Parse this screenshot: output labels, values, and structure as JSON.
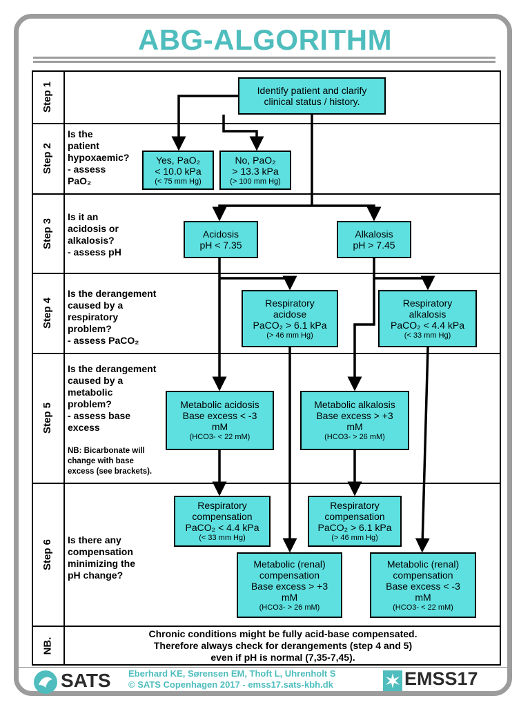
{
  "title": "ABG-ALGORITHM",
  "steps": [
    {
      "label": "Step 1",
      "question": ""
    },
    {
      "label": "Step 2",
      "question": "Is the\npatient\nhypoxaemic?\n- assess\nPaO₂"
    },
    {
      "label": "Step 3",
      "question": "Is it an\nacidosis or\nalkalosis?\n- assess pH"
    },
    {
      "label": "Step 4",
      "question": "Is the derangement\ncaused by a\nrespiratory\nproblem?\n- assess PaCO₂"
    },
    {
      "label": "Step 5",
      "question": "Is the derangement\ncaused by a\nmetabolic\nproblem?\n- assess base\nexcess"
    },
    {
      "label": "Step 6",
      "question": "Is there any\ncompensation\nminimizing the\npH change?"
    },
    {
      "label": "NB.",
      "question": ""
    }
  ],
  "step5_note": "NB: Bicarbonate will\nchange with base\nexcess (see brackets).",
  "boxes": {
    "identify": {
      "lines": [
        "Identify patient and clarify",
        "clinical status / history."
      ]
    },
    "yes_pao2": {
      "lines": [
        "Yes, PaO₂",
        "< 10.0 kPa"
      ],
      "small": "(< 75 mm Hg)"
    },
    "no_pao2": {
      "lines": [
        "No, PaO₂",
        "> 13.3 kPa"
      ],
      "small": "(> 100 mm Hg)"
    },
    "acidosis": {
      "lines": [
        "Acidosis",
        "pH < 7.35"
      ]
    },
    "alkalosis": {
      "lines": [
        "Alkalosis",
        "pH > 7.45"
      ]
    },
    "resp_acidose": {
      "lines": [
        "Respiratory",
        "acidose",
        "PaCO₂ > 6.1 kPa"
      ],
      "small": "(> 46 mm Hg)"
    },
    "resp_alkalosis": {
      "lines": [
        "Respiratory",
        "alkalosis",
        "PaCO₂ < 4.4 kPa"
      ],
      "small": "(< 33 mm Hg)"
    },
    "met_acidosis": {
      "lines": [
        "Metabolic acidosis",
        "Base excess < -3",
        "mM"
      ],
      "small": "(HCO3- < 22 mM)"
    },
    "met_alkalosis": {
      "lines": [
        "Metabolic alkalosis",
        "Base excess > +3",
        "mM"
      ],
      "small": "(HCO3- > 26 mM)"
    },
    "resp_comp_1": {
      "lines": [
        "Respiratory",
        "compensation",
        "PaCO₂ < 4.4 kPa"
      ],
      "small": "(< 33  mm Hg)"
    },
    "resp_comp_2": {
      "lines": [
        "Respiratory",
        "compensation",
        "PaCO₂ > 6.1 kPa"
      ],
      "small": "(> 46 mm Hg)"
    },
    "met_comp_1": {
      "lines": [
        "Metabolic (renal)",
        "compensation",
        "Base excess > +3",
        "mM"
      ],
      "small": "(HCO3- > 26 mM)"
    },
    "met_comp_2": {
      "lines": [
        "Metabolic (renal)",
        "compensation",
        "Base excess < -3",
        "mM"
      ],
      "small": "(HCO3- < 22 mM)"
    }
  },
  "nb_text": "Chronic conditions might be fully acid-base compensated.\nTherefore always check for derangements (step 4 and 5)\neven if pH is normal (7,35-7,45).",
  "footer": {
    "sats_logo_text": "SATS",
    "credits_line1": "Eberhard KE,  Sørensen EM, Thoft L, Uhrenholt S",
    "credits_line2": "© SATS Copenhagen 2017 - emss17.sats-kbh.dk",
    "emss_logo_text": "EMSS17"
  },
  "colors": {
    "accent": "#4fbdbd",
    "box_fill": "#5ee0e0",
    "frame": "#9c9c9c"
  }
}
